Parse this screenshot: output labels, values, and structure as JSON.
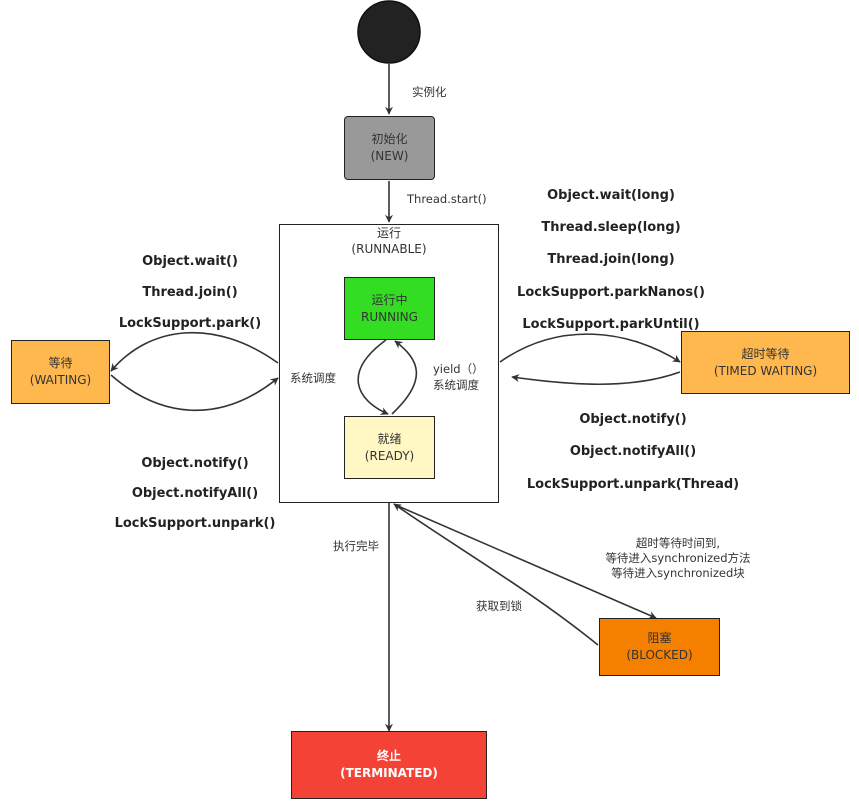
{
  "colors": {
    "start": "#222222",
    "new": "#999999",
    "running": "#33dd22",
    "ready": "#fff8c4",
    "waiting": "#ffb84d",
    "timed_waiting": "#ffb84d",
    "blocked": "#f58000",
    "terminated": "#f44336",
    "stroke": "#333333"
  },
  "states": {
    "new": {
      "title": "初始化",
      "subtitle": "(NEW)"
    },
    "runnable": {
      "title": "运行",
      "subtitle": "(RUNNABLE)"
    },
    "running": {
      "title": "运行中",
      "subtitle": "RUNNING"
    },
    "ready": {
      "title": "就绪",
      "subtitle": "(READY)"
    },
    "waiting": {
      "title": "等待",
      "subtitle": "(WAITING)"
    },
    "timed_waiting": {
      "title": "超时等待",
      "subtitle": "(TIMED WAITING)"
    },
    "blocked": {
      "title": "阻塞",
      "subtitle": "(BLOCKED)"
    },
    "terminated": {
      "title": "终止",
      "subtitle": "(TERMINATED)"
    }
  },
  "transitions": {
    "instantiate": "实例化",
    "start": "Thread.start()",
    "schedule": "系统调度",
    "yield_line1": "yield（）",
    "yield_line2": "系统调度",
    "finish": "执行完毕",
    "acquire_lock": "获取到锁",
    "blocked_reason": [
      "超时等待时间到,",
      "等待进入synchronized方法",
      "等待进入synchronized块"
    ],
    "to_waiting": [
      "Object.wait()",
      "Thread.join()",
      "LockSupport.park()"
    ],
    "from_waiting": [
      "Object.notify()",
      "Object.notifyAll()",
      "LockSupport.unpark()"
    ],
    "to_timed_waiting": [
      "Object.wait(long)",
      "Thread.sleep(long)",
      "Thread.join(long)",
      "LockSupport.parkNanos()",
      "LockSupport.parkUntil()"
    ],
    "from_timed_waiting": [
      "Object.notify()",
      "Object.notifyAll()",
      "LockSupport.unpark(Thread)"
    ]
  }
}
